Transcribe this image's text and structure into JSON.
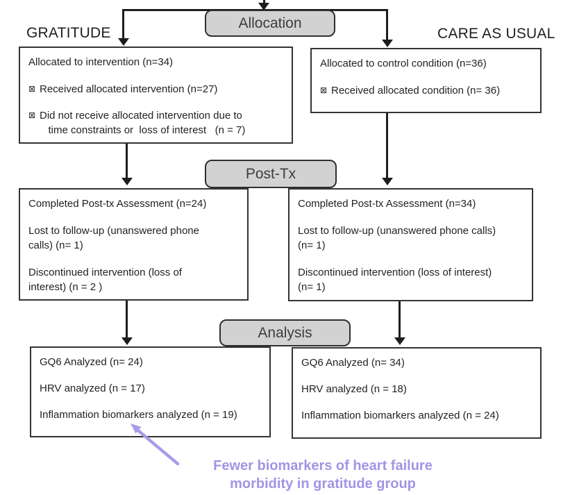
{
  "colors": {
    "background": "#ffffff",
    "box_border": "#333333",
    "stage_fill": "#d2d2d2",
    "connector": "#1d1d1d",
    "accent_purple": "#a394e6",
    "text": "#222222"
  },
  "group_headers": {
    "left": "GRATITUDE",
    "right": "CARE AS USUAL"
  },
  "stage_labels": {
    "allocation": "Allocation",
    "post_tx": "Post-Tx",
    "analysis": "Analysis"
  },
  "icons": {
    "checkbox_x": "⊠",
    "arrow_down": "▼",
    "annotation_arrow": "↖"
  },
  "boxes": {
    "allocation_left": {
      "line1": "Allocated to intervention (n=34)",
      "bullet1": "Received allocated intervention (n=27)",
      "bullet2": "Did not receive allocated intervention due to\n   time constraints or  loss of interest   (n = 7)"
    },
    "allocation_right": {
      "line1": "Allocated to control condition (n=36)",
      "bullet1": "Received allocated condition (n= 36)"
    },
    "posttx_left": {
      "line1": "Completed Post-tx Assessment (n=24)",
      "line2": "Lost to follow-up (unanswered phone\ncalls) (n= 1)",
      "line3": "Discontinued intervention (loss of\ninterest) (n = 2 )"
    },
    "posttx_right": {
      "line1": "Completed Post-tx Assessment (n=34)",
      "line2": "Lost to follow-up (unanswered phone calls)\n(n= 1)",
      "line3": "Discontinued intervention (loss of interest)\n(n= 1)"
    },
    "analysis_left": {
      "line1": "GQ6 Analyzed (n= 24)",
      "line2": "HRV analyzed (n = 17)",
      "line3": "Inflammation biomarkers analyzed (n = 19)"
    },
    "analysis_right": {
      "line1": "GQ6 Analyzed (n= 34)",
      "line2": "HRV analyzed (n = 18)",
      "line3": "Inflammation biomarkers analyzed (n = 24)"
    }
  },
  "annotation": {
    "text": "Fewer biomarkers of heart failure\nmorbidity in gratitude group"
  }
}
